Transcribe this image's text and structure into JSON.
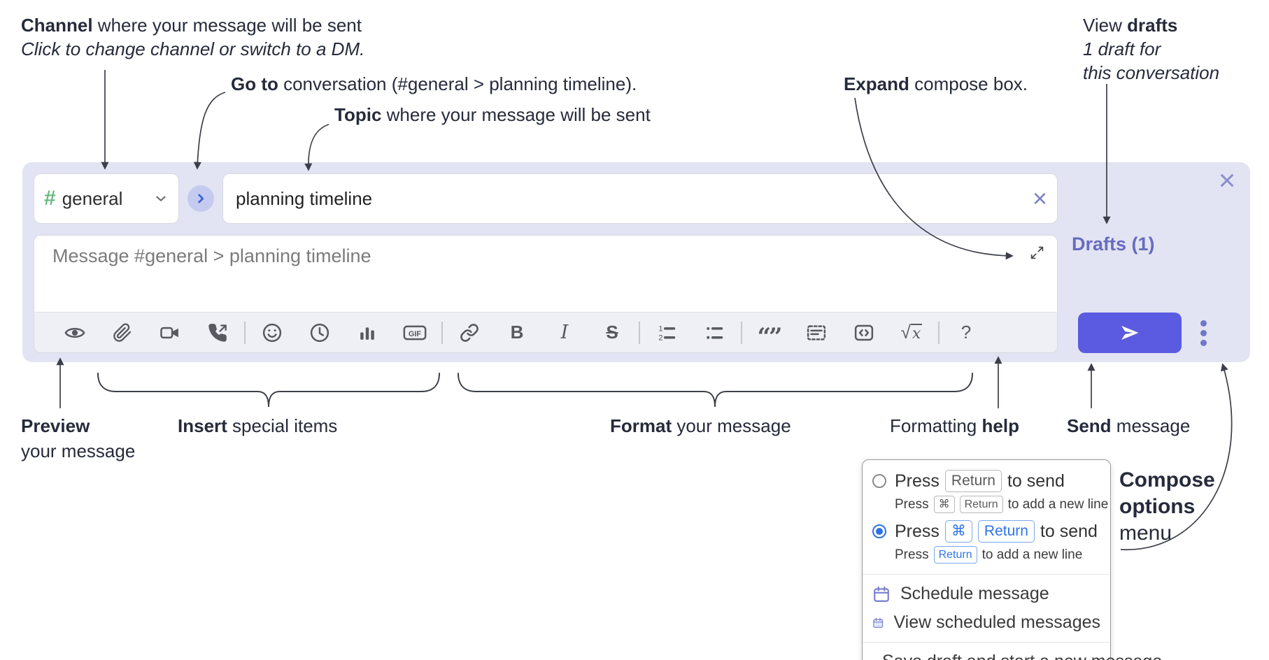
{
  "colors": {
    "accent_send": "#5a5be0",
    "container_bg": "#e2e4f3",
    "purple_ui": "#7a7ed1",
    "radio_blue": "#2e72e4",
    "hash_green": "#69b97f",
    "drafts_link": "#676cc0"
  },
  "callouts": {
    "channel": {
      "bold": "Channel",
      "rest": " where your message will be sent",
      "sub": "Click to change channel or switch to a DM."
    },
    "goto": {
      "bold": "Go to",
      "rest": " conversation (#general > planning timeline)."
    },
    "topic": {
      "bold": "Topic",
      "rest": " where your message will be sent"
    },
    "expand": {
      "bold": "Expand",
      "rest": " compose box."
    },
    "drafts": {
      "pre": "View ",
      "bold": "drafts",
      "line2": "1 draft for",
      "line3": "this conversation"
    },
    "preview": {
      "bold": "Preview",
      "line2": "your message"
    },
    "insert": {
      "bold": "Insert",
      "rest": " special items"
    },
    "format": {
      "bold": "Format",
      "rest": " your message"
    },
    "help": {
      "pre": "Formatting ",
      "bold": "help"
    },
    "send": {
      "bold": "Send",
      "rest": " message"
    },
    "compose_options": {
      "line1": "Compose",
      "line2": "options",
      "line3": "menu"
    }
  },
  "compose": {
    "channel_hash": "#",
    "channel_name": "general",
    "topic_value": "planning timeline",
    "message_placeholder": "Message #general > planning timeline",
    "drafts_link": "Drafts (1)",
    "close_glyph": "×",
    "clear_glyph": "×",
    "toolbar": {
      "icons": [
        "preview-eye",
        "attach-file",
        "start-video-call",
        "start-voice-call",
        "emoji",
        "add-global-time",
        "poll",
        "gif",
        "link",
        "bold",
        "italic",
        "strikethrough",
        "numbered-list",
        "bulleted-list",
        "quote",
        "spoiler",
        "code",
        "math",
        "help"
      ],
      "gif": "GIF",
      "bold": "B",
      "italic": "I",
      "strike": "S",
      "quote_glyph": "“”",
      "math_root": "√",
      "math_x": "x",
      "help": "?"
    }
  },
  "menu": {
    "option1": {
      "pre": "Press",
      "key": "Return",
      "post": "to send",
      "sub_pre": "Press",
      "sub_key1": "⌘",
      "sub_key2": "Return",
      "sub_post": "to add a new line",
      "selected": false
    },
    "option2": {
      "pre": "Press",
      "key1": "⌘",
      "key2": "Return",
      "post": "to send",
      "sub_pre": "Press",
      "sub_key": "Return",
      "sub_post": "to add a new line",
      "selected": true
    },
    "schedule": "Schedule message",
    "view_scheduled": "View scheduled messages",
    "save_draft": "Save draft and start a new message"
  }
}
